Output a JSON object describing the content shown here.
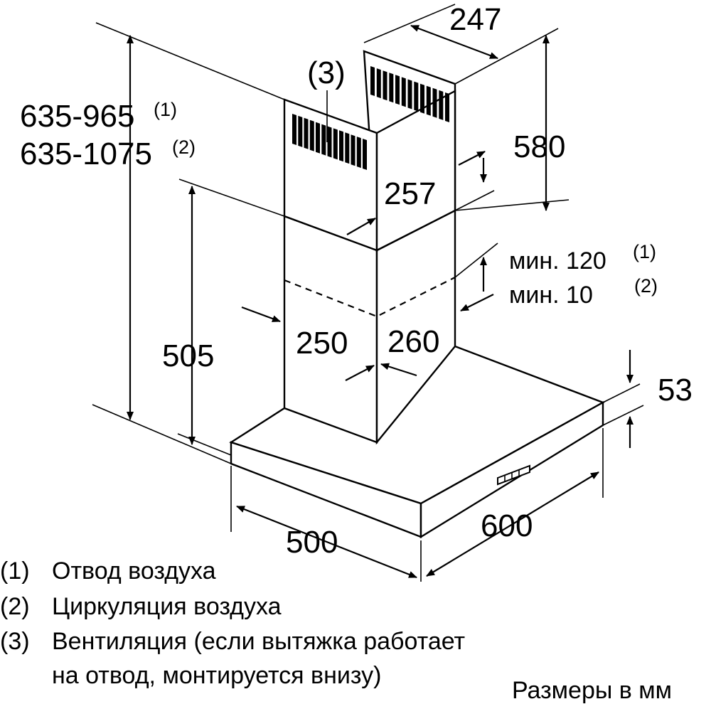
{
  "dimensions": {
    "chimney_width_top": "247",
    "chimney_height_upper": "580",
    "chimney_depth_upper": "257",
    "chimney_depth_lower": "250",
    "chimney_width_lower": "260",
    "lower_chimney_height": "505",
    "total_height_1": "635-965",
    "total_height_2": "635-1075",
    "min_overlap_1": "мин. 120",
    "min_overlap_2": "мин. 10",
    "canopy_height": "53",
    "canopy_depth": "500",
    "canopy_width": "600"
  },
  "markers": {
    "m1": "(1)",
    "m2": "(2)",
    "m3": "(3)"
  },
  "legend": {
    "item1_num": "(1)",
    "item1_text": "Отвод воздуха",
    "item2_num": "(2)",
    "item2_text": "Циркуляция воздуха",
    "item3_num": "(3)",
    "item3_text_line1": "Вентиляция (если вытяжка работает",
    "item3_text_line2": "на отвод, монтируется внизу)"
  },
  "units_note": "Размеры в мм"
}
